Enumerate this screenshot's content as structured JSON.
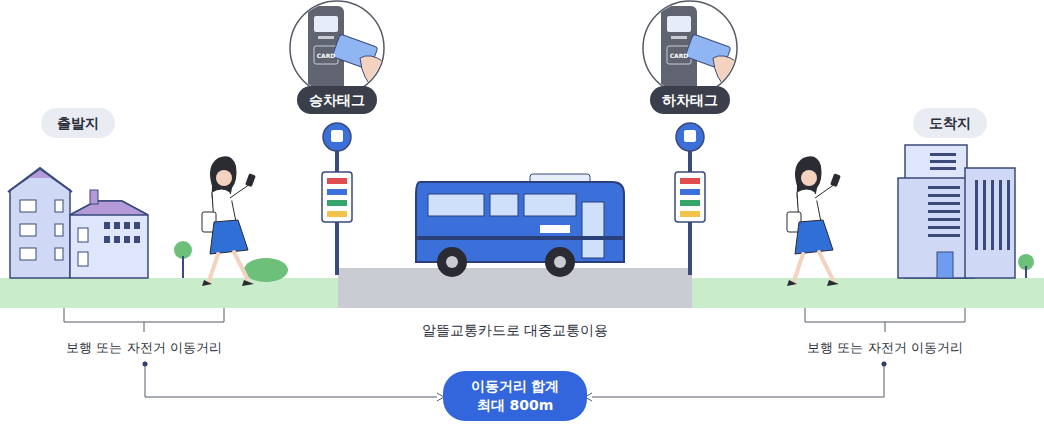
{
  "diagram": {
    "nodes": [
      {
        "text": [
          "출발지"
        ]
      },
      {
        "text": [
          "승차태그"
        ]
      },
      {
        "text": [
          "하차태그"
        ]
      },
      {
        "text": [
          "도착지"
        ]
      },
      {
        "text": [
          "이동거리 합계 최대 800m"
        ]
      }
    ],
    "labels": [
      "CARD",
      "CARD",
      "보행 또는 자전거 이동거리",
      "알뜰교통카드로 대중교통이용",
      "보행 또는 자전거 이동거리"
    ]
  }
}
